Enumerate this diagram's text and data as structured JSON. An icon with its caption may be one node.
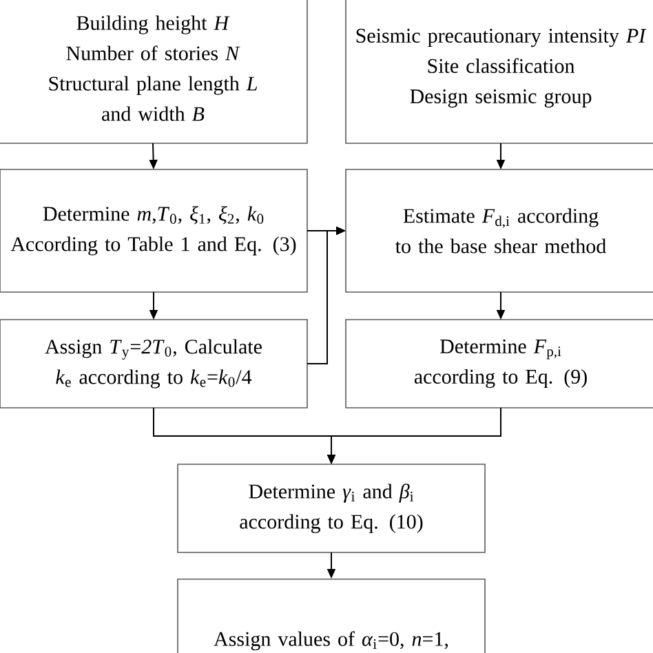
{
  "diagram": {
    "nodes": [
      {
        "text": [
          "Building height *H*",
          "Number of stories *N*",
          "Structural plane length *L*",
          "and width *B*"
        ]
      },
      {
        "text": [
          "Seismic precautionary intensity *PI*",
          "Site classification",
          "Design seismic group"
        ]
      },
      {
        "text": [
          "Determine *m*,*T*$_{0}$, *ξ*$_{1}$, *ξ*$_{2}$, *k*$_{0}$",
          "According to Table 1 and Eq. (3)"
        ]
      },
      {
        "text": [
          "Estimate *F*$_{d,i}$ according to the base shear method"
        ]
      },
      {
        "text": [
          "Assign *T*$_{y}$=*2T*$_{0}$, Calculate *k*$_{e}$ according to *k*$_{e}$=*k*$_{0}$/4"
        ]
      },
      {
        "text": [
          "Determine *F*$_{p,i}$ according to Eq. (9)"
        ]
      },
      {
        "text": [
          "Determine *γ*$_{i}$ and *β*$_{i}$ according to Eq. (10)"
        ]
      },
      {
        "text": [
          "Assign values of *α*$_{i}$=0, *n*=1,"
        ]
      }
    ],
    "edges": [
      {
        "from": 0,
        "to": 2,
        "arrow": "to"
      },
      {
        "from": 1,
        "to": 3,
        "arrow": "to"
      },
      {
        "from": 2,
        "to": 3,
        "arrow": "to"
      },
      {
        "from": 4,
        "to": 3,
        "arrow": "to"
      },
      {
        "from": 2,
        "to": 4,
        "arrow": "to"
      },
      {
        "from": 3,
        "to": 5,
        "arrow": "to"
      },
      {
        "from": 4,
        "to": 6,
        "arrow": "to"
      },
      {
        "from": 5,
        "to": 6,
        "arrow": "to"
      },
      {
        "from": 6,
        "to": 7,
        "arrow": "to"
      }
    ]
  }
}
